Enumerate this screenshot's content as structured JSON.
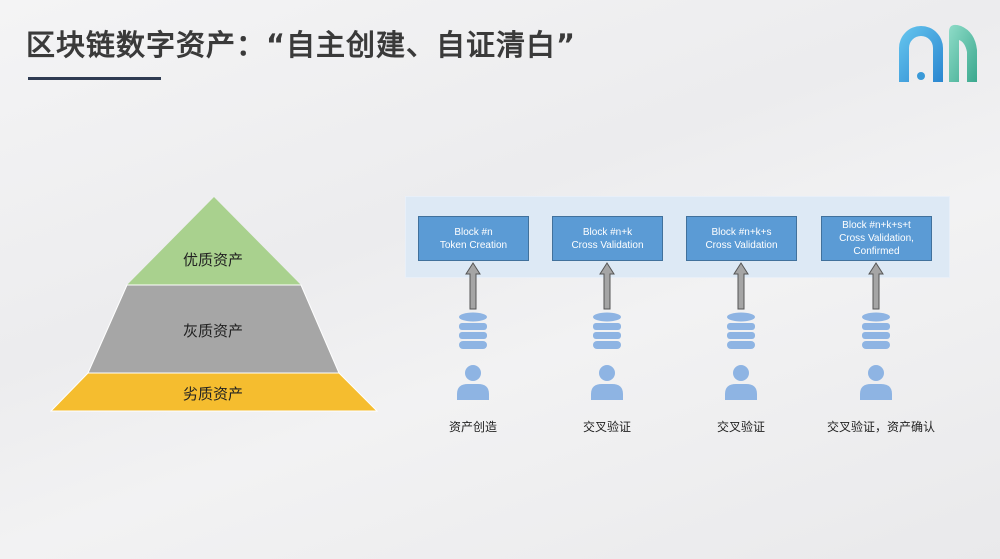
{
  "title": "区块链数字资产：“自主创建、自证清白”",
  "pyramid": {
    "levels": [
      {
        "label": "优质资产",
        "color": "#a9d18e"
      },
      {
        "label": "灰质资产",
        "color": "#a6a6a6"
      },
      {
        "label": "劣质资产",
        "color": "#f5bd2f"
      }
    ]
  },
  "blocks": [
    {
      "line1": "Block #n",
      "line2": "Token Creation",
      "line3": "",
      "caption": "资产创造"
    },
    {
      "line1": "Block #n+k",
      "line2": "Cross Validation",
      "line3": "",
      "caption": "交叉验证"
    },
    {
      "line1": "Block #n+k+s",
      "line2": "Cross Validation",
      "line3": "",
      "caption": "交叉验证"
    },
    {
      "line1": "Block #n+k+s+t",
      "line2": "Cross Validation,",
      "line3": "Confirmed",
      "caption": "交叉验证，资产确认"
    }
  ],
  "colors": {
    "block": "#5b9bd5",
    "icon": "#8eb4e3",
    "panel": "#dde9f5"
  }
}
